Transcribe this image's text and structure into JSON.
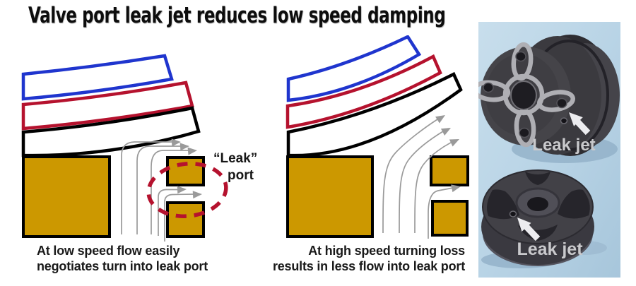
{
  "title": "Valve port leak jet reduces low speed damping",
  "left_panel": {
    "leak_label": {
      "line1": "“Leak”",
      "line2": "port"
    },
    "caption": {
      "line1": "At low speed flow easily",
      "line2": "negotiates turn into leak port"
    }
  },
  "middle_panel": {
    "caption": {
      "line1": "At high speed turning loss",
      "line2": "results in less flow into leak port"
    }
  },
  "photo_panel": {
    "top_photo_label": "Leak jet",
    "bottom_photo_label": "Leak jet"
  },
  "colors": {
    "shim_blue": "#1F35CE",
    "shim_red": "#B5122E",
    "shim_black": "#000000",
    "port_gold": "#CC9800",
    "flow_arrow_gray": "#9A9A9A",
    "leak_circle_dashed_red": "#B5122E",
    "photo_background_blue": "#B9D4E6",
    "piston_dark_gray": "#3A393F",
    "photo_label_gray": "#C9C9CC"
  }
}
